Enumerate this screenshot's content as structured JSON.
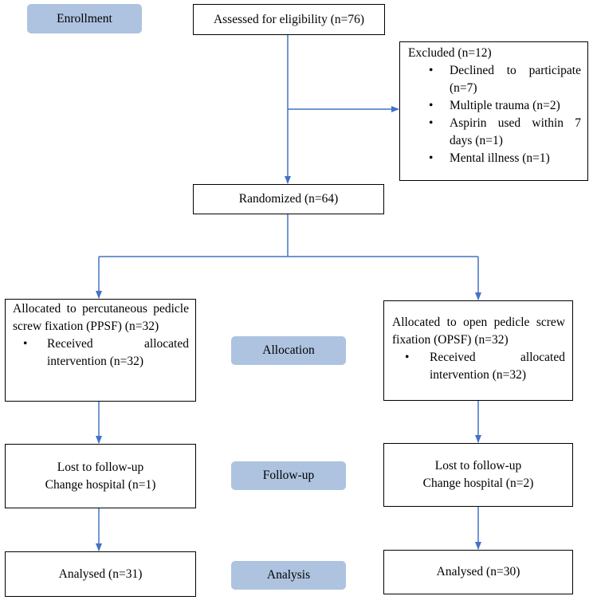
{
  "stages": {
    "enrollment": "Enrollment",
    "allocation": "Allocation",
    "follow_up": "Follow-up",
    "analysis": "Analysis"
  },
  "assessed": "Assessed for eligibility (n=76)",
  "excluded": {
    "title": "Excluded (n=12)",
    "items": [
      "Declined to participate (n=7)",
      "Multiple trauma (n=2)",
      "Aspirin used within 7 days (n=1)",
      "Mental illness (n=1)"
    ]
  },
  "randomized": "Randomized (n=64)",
  "left": {
    "allocated": "Allocated to percutaneous pedicle screw fixation (PPSF) (n=32)",
    "received": "Received allocated intervention (n=32)",
    "lost_title": "Lost to follow-up",
    "lost_detail": "Change hospital (n=1)",
    "analysed": "Analysed (n=31)"
  },
  "right": {
    "allocated": "Allocated to open pedicle screw fixation (OPSF) (n=32)",
    "received": "Received allocated intervention (n=32)",
    "lost_title": "Lost to follow-up",
    "lost_detail": "Change hospital (n=2)",
    "analysed": "Analysed (n=30)"
  },
  "colors": {
    "stage_fill": "#aec3e0",
    "arrow": "#4472c4"
  },
  "bullet_glyph": "•"
}
